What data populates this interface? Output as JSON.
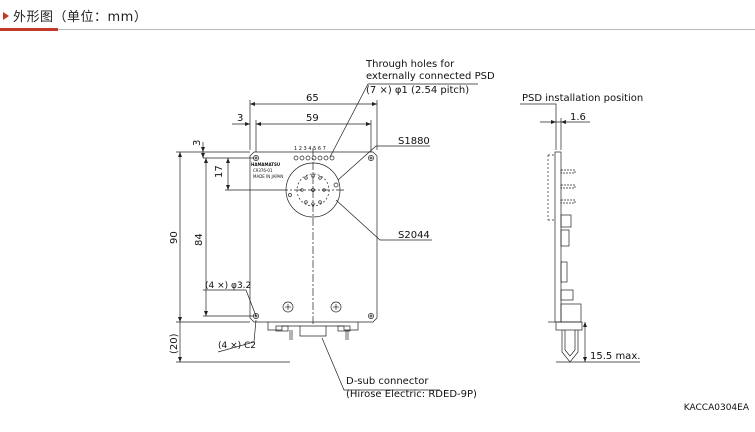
{
  "header": {
    "title": "外形图（单位：mm）"
  },
  "labels": {
    "through_holes_l1": "Through holes for",
    "through_holes_l2": "externally connected PSD",
    "through_holes_l3": "(7 ×) φ1 (2.54 pitch)",
    "dim_65": "65",
    "dim_59": "59",
    "dim_3_top": "3",
    "dim_3_left": "3",
    "dim_17": "17",
    "dim_84": "84",
    "dim_90": "90",
    "dim_20": "(20)",
    "holes_4x": "(4 ×) φ3.2",
    "chamfer_4x": "(4 ×) C2",
    "s1880": "S1880",
    "s2044": "S2044",
    "pin_numbers": "1 2 3 4 5 6 7",
    "brand": "HAMAMATSU",
    "model": "C9376-01",
    "made_in": "MADE IN JAPAN",
    "dsub_l1": "D-sub connector",
    "dsub_l2": "(Hirose Electric: RDED-9P)",
    "psd_position": "PSD installation position",
    "dim_1_6": "1.6",
    "dim_15_5": "15.5 max."
  },
  "figure_code": "KACCA0304EA"
}
